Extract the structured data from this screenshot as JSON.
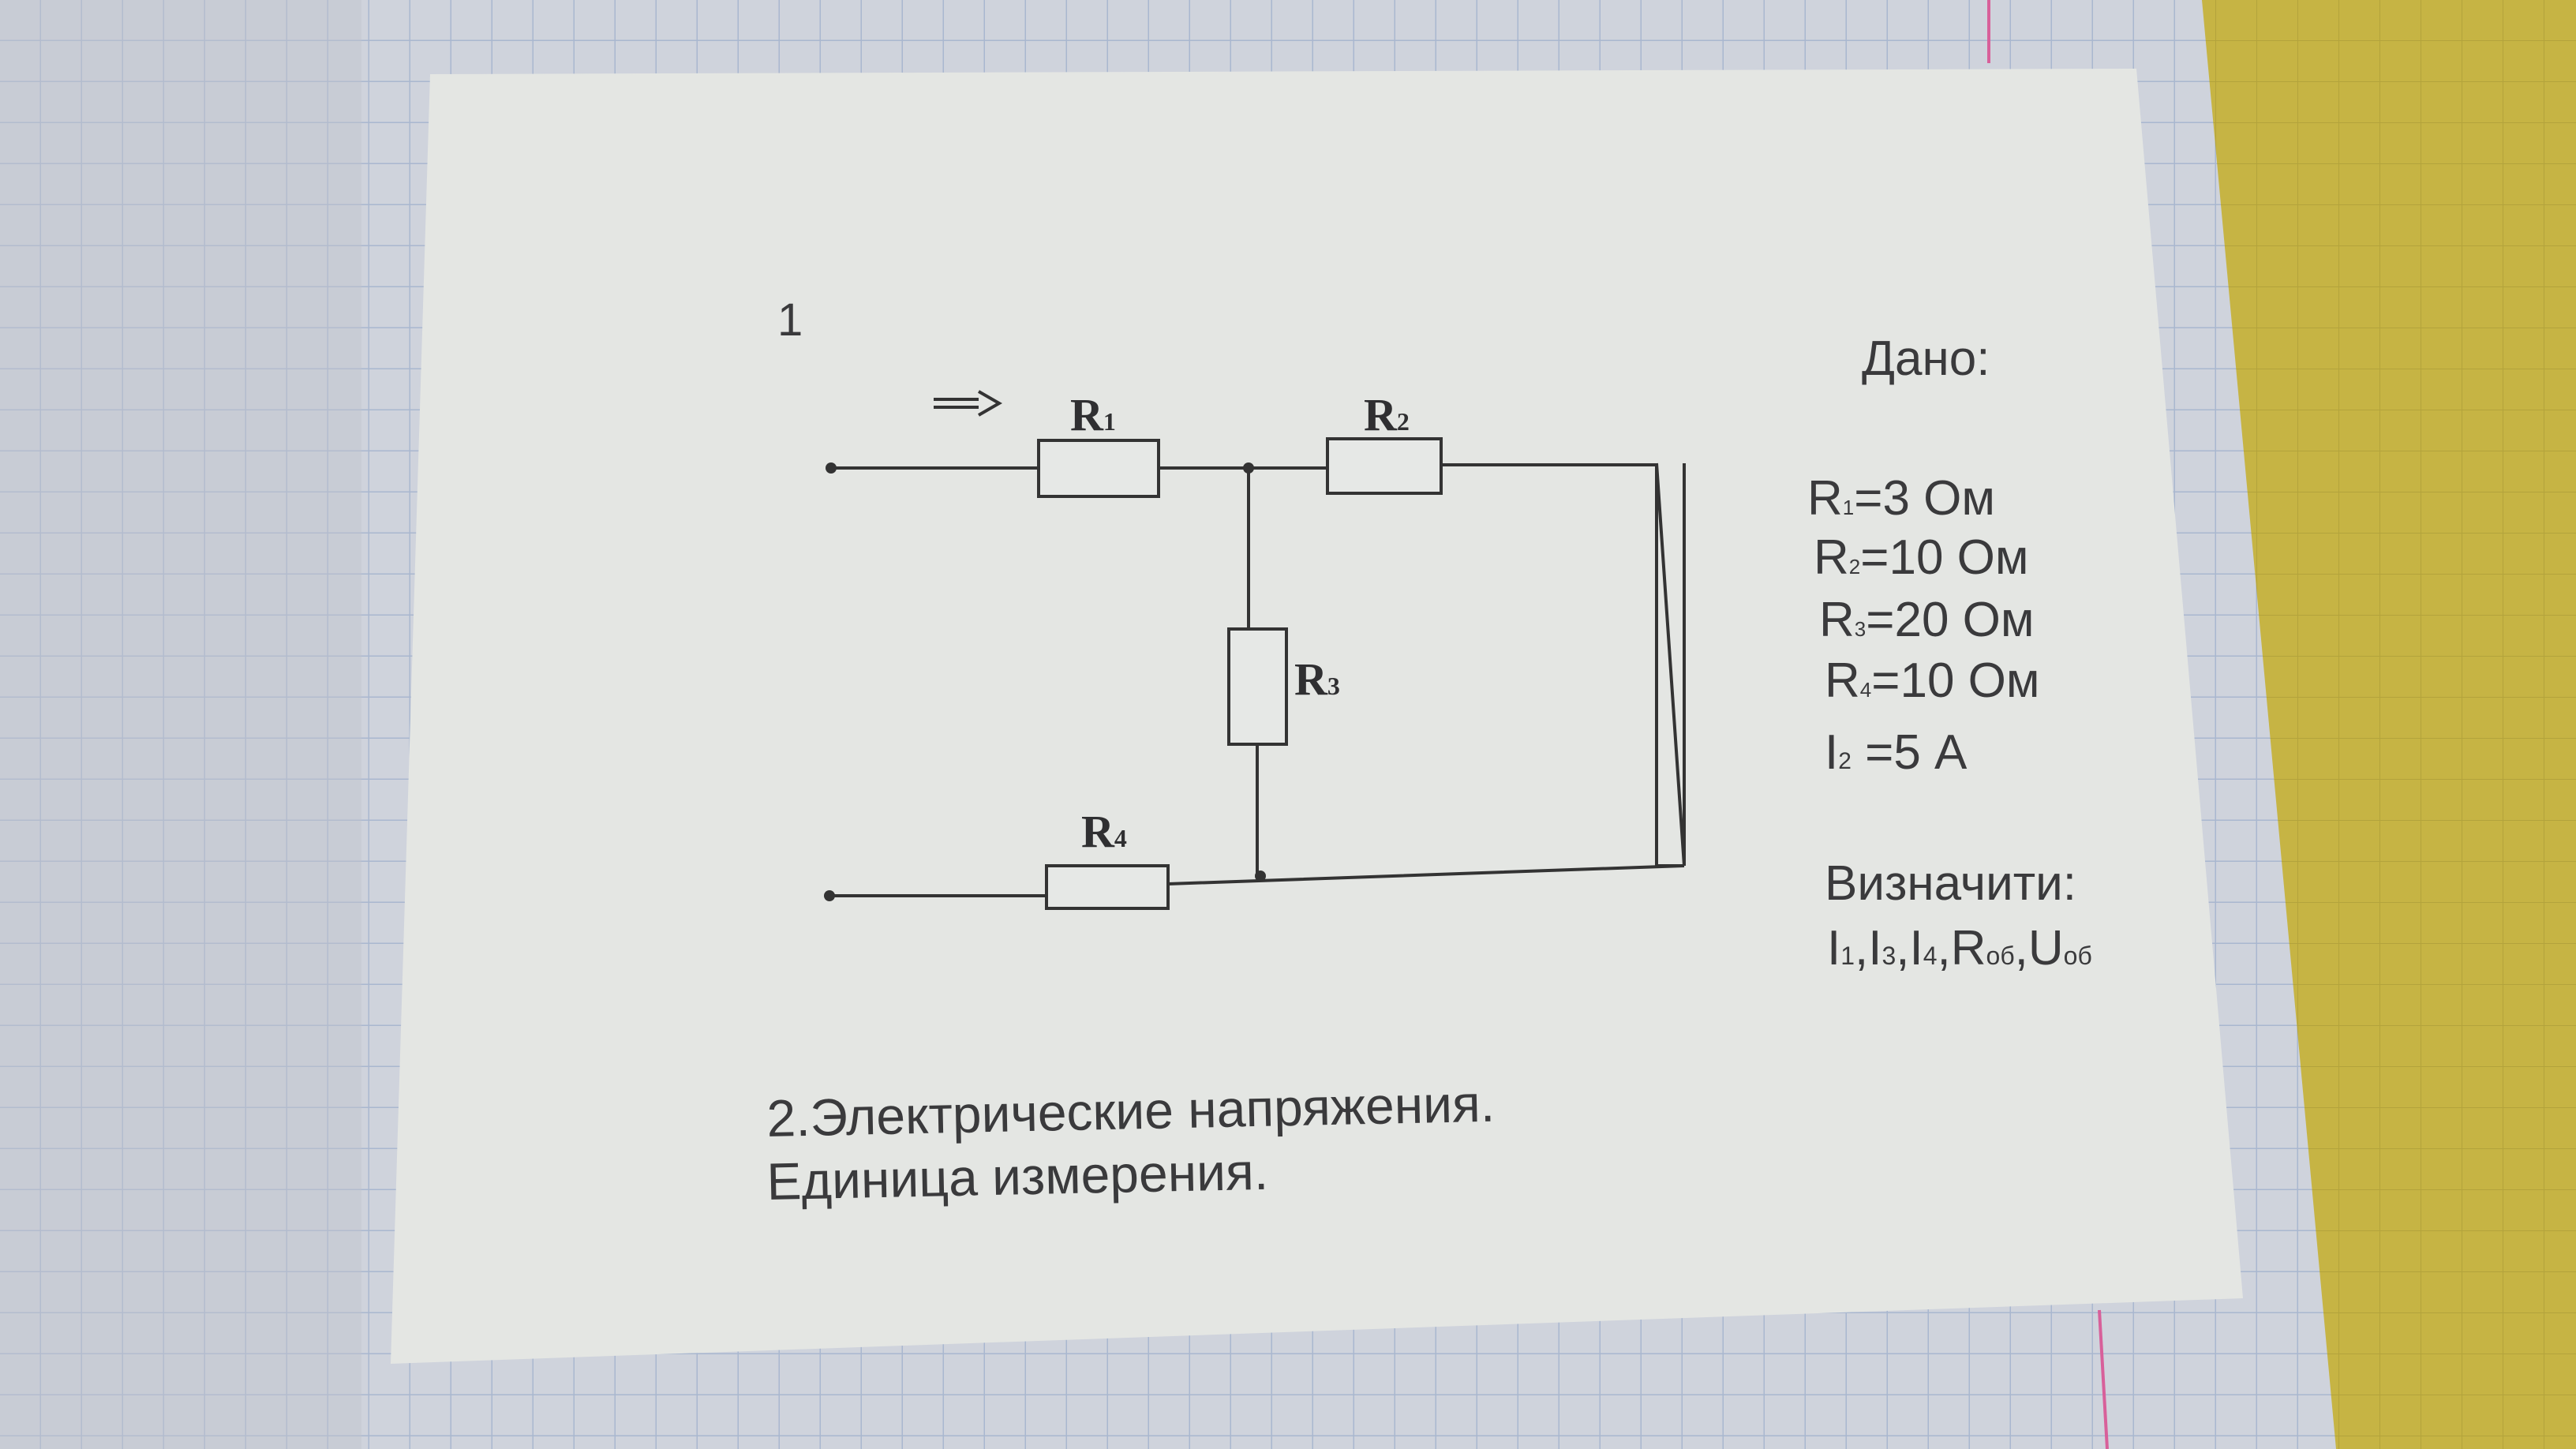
{
  "problem_number": "1",
  "circuit": {
    "labels": {
      "r1": "R",
      "r1_sub": "1",
      "r2": "R",
      "r2_sub": "2",
      "r3": "R",
      "r3_sub": "3",
      "r4": "R",
      "r4_sub": "4"
    }
  },
  "given": {
    "title": "Дано:",
    "items": [
      {
        "sym": "R",
        "sub": "1",
        "value": "=3 Ом"
      },
      {
        "sym": "R",
        "sub": "2",
        "value": "=10 Ом"
      },
      {
        "sym": "R",
        "sub": "3",
        "value": "=20 Ом"
      },
      {
        "sym": "R",
        "sub": "4",
        "value": "=10 Ом"
      },
      {
        "sym": "I",
        "sub": "2",
        "value": " =5 А"
      }
    ]
  },
  "find": {
    "title": "Визначити:",
    "parts": [
      "I",
      "1",
      ",I",
      "3",
      ",I",
      "4",
      ",R",
      "об",
      ",U",
      "об"
    ]
  },
  "question": {
    "line1": "2.Электрические напряжения.",
    "line2": "Единица измерения."
  },
  "colors": {
    "paper": "#e4e6e3",
    "grid_bg": "#cdd1da",
    "yellow": "#c9b540",
    "ink": "#333333"
  }
}
